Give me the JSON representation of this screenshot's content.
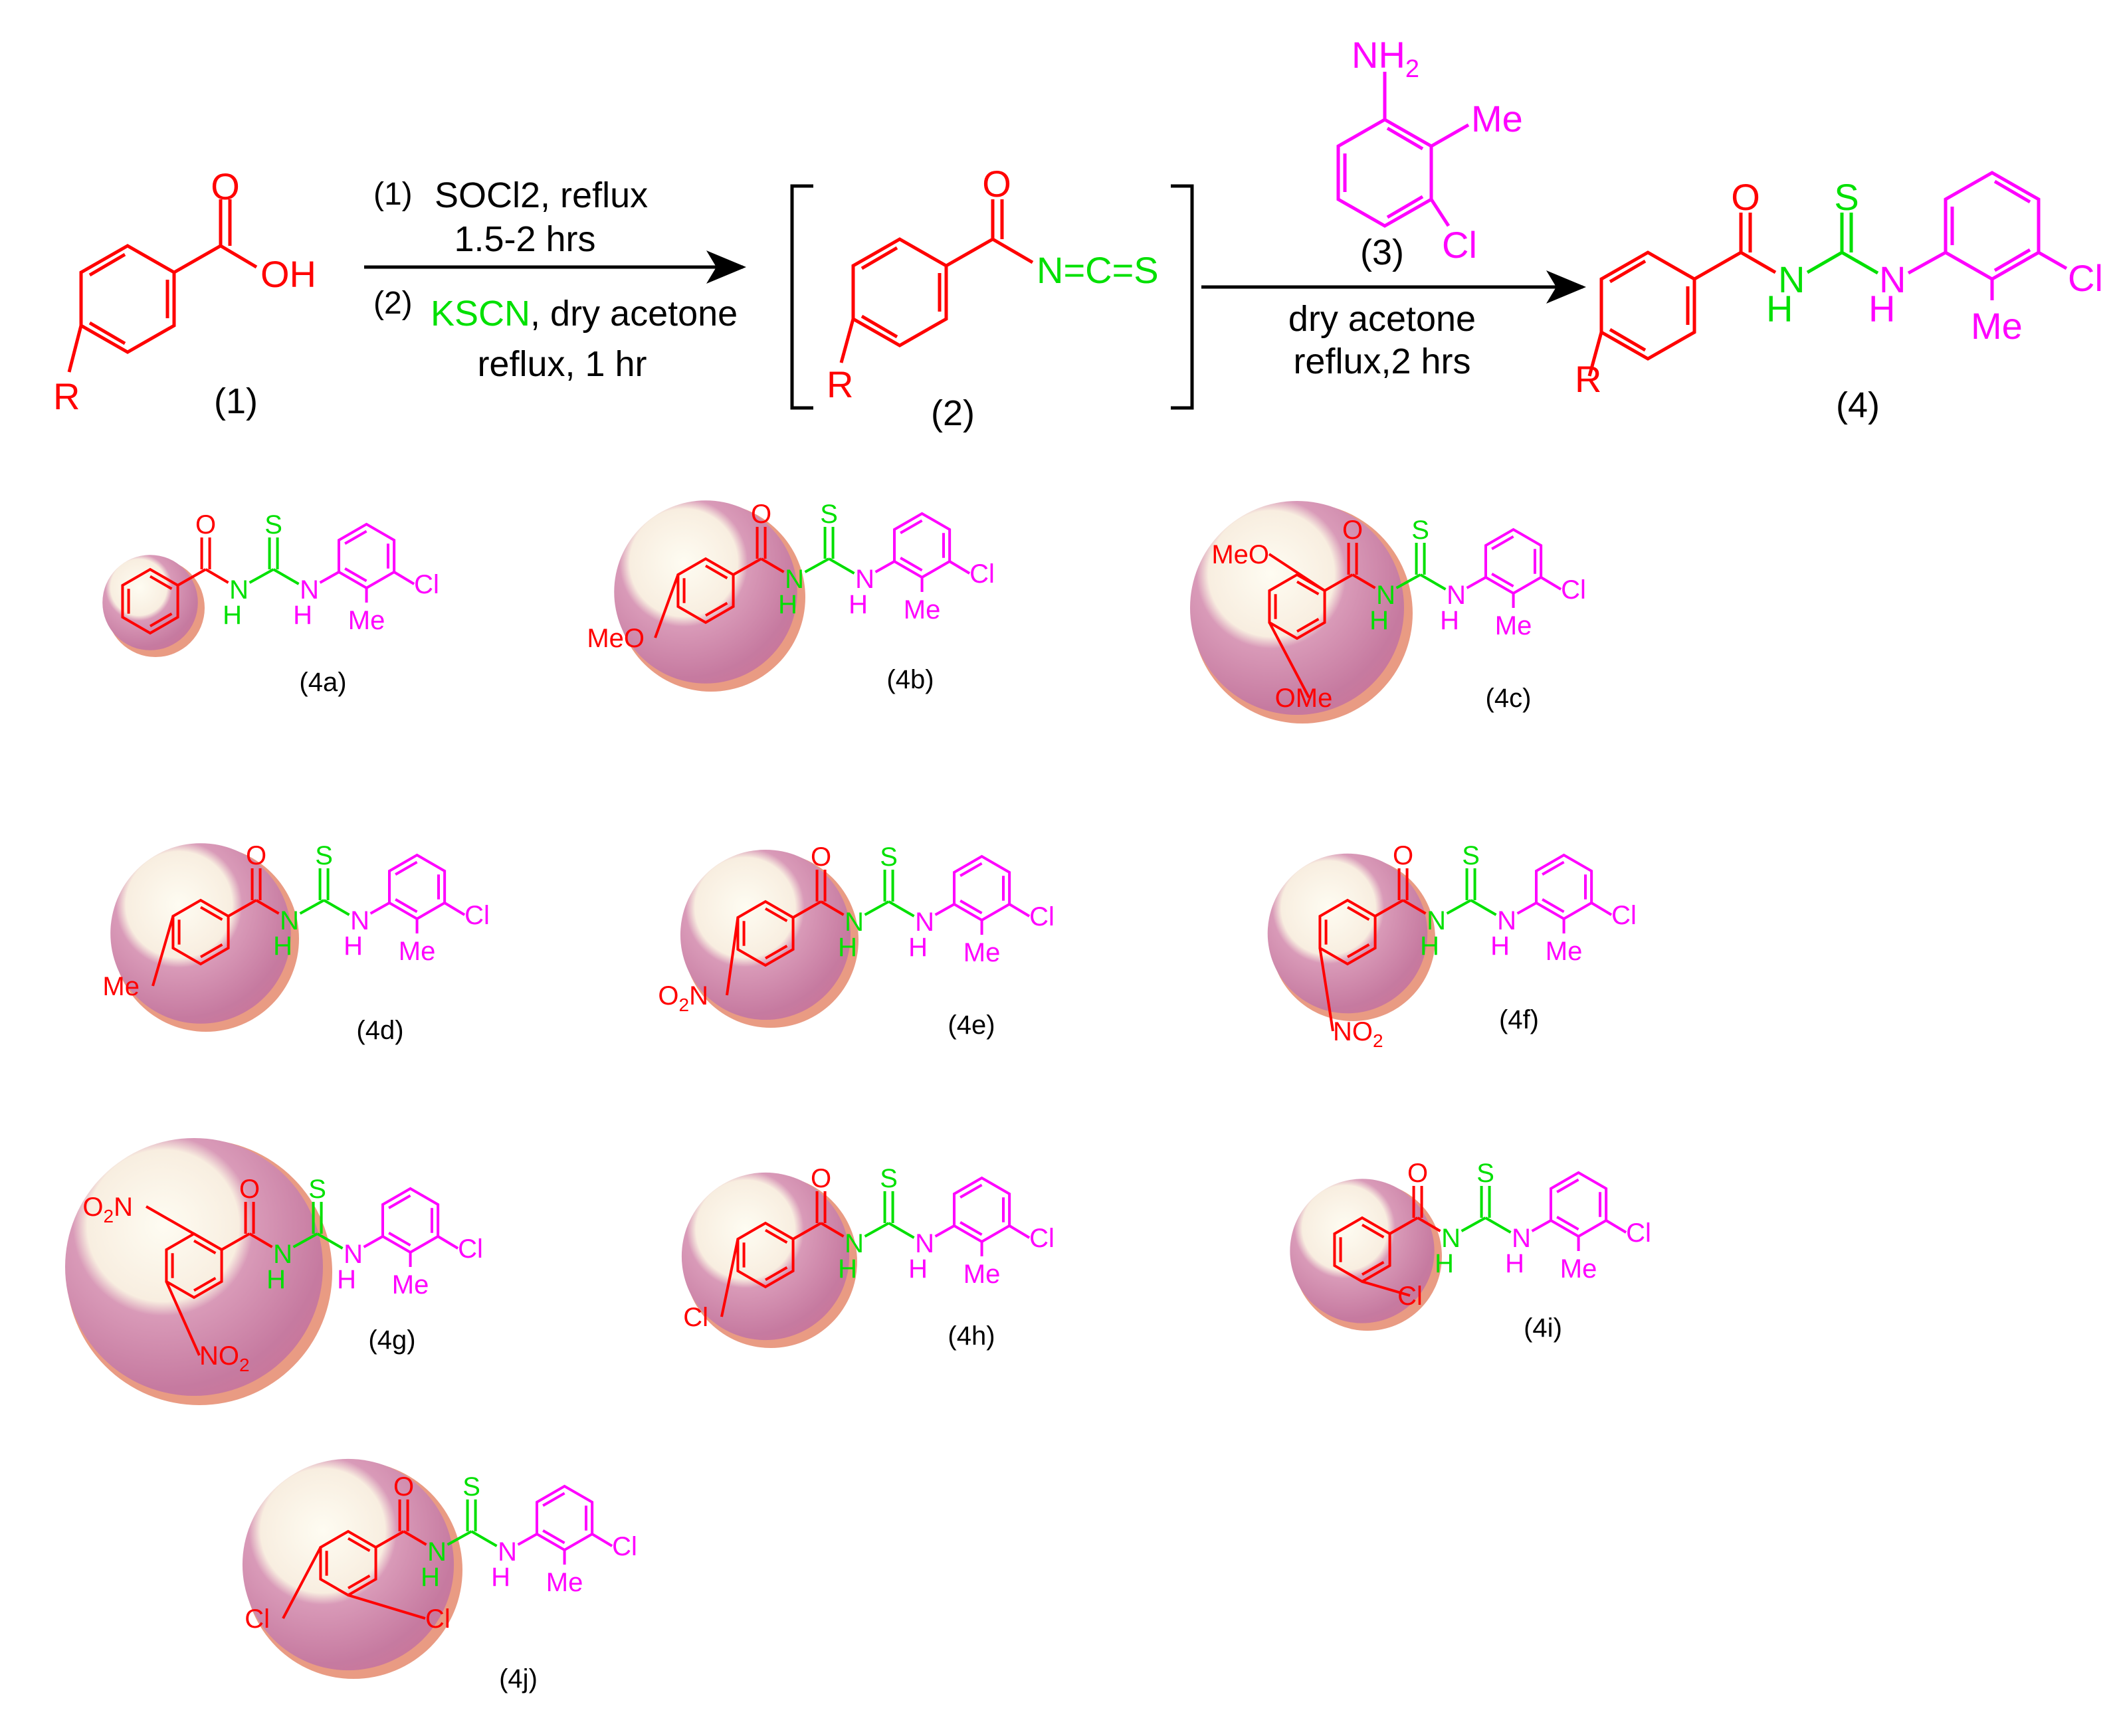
{
  "colors": {
    "acid": "#ff0000",
    "thio": "#00e000",
    "amine": "#ff00ff",
    "text": "#000000",
    "bubble_outer": "#e8967c",
    "bubble_mid": "#d58ca8",
    "bubble_inner": "#c87ba1",
    "bubble_glow": "#fdf8e8"
  },
  "scheme": {
    "compound1": {
      "number": "(1)",
      "r": "R",
      "o": "O",
      "oh": "OH"
    },
    "step1": {
      "line1_num": "(1)",
      "line1_text": "SOCl2, reflux",
      "line2": "1.5-2 hrs",
      "line3_num": "(2)",
      "line3_reagent": "KSCN",
      "line3_rest": ", dry acetone",
      "line4": "reflux, 1 hr"
    },
    "compound2": {
      "number": "(2)",
      "r": "R",
      "o": "O",
      "ncs": "N=C=S"
    },
    "compound3": {
      "number": "(3)",
      "nh2": "NH",
      "nh2_sub": "2",
      "me": "Me",
      "cl": "Cl"
    },
    "step2": {
      "line1": "dry acetone",
      "line2": "reflux,2 hrs"
    },
    "compound4": {
      "number": "(4)",
      "r": "R",
      "o": "O",
      "s": "S",
      "n": "N",
      "h": "H",
      "me": "Me",
      "cl": "Cl"
    }
  },
  "common": {
    "o": "O",
    "s": "S",
    "n": "N",
    "h": "H",
    "me": "Me",
    "cl": "Cl"
  },
  "derivatives": [
    {
      "label": "(4a)",
      "substituents": []
    },
    {
      "label": "(4b)",
      "substituents": [
        {
          "text": "MeO"
        }
      ]
    },
    {
      "label": "(4c)",
      "substituents": [
        {
          "text": "MeO"
        },
        {
          "text": "OMe"
        }
      ]
    },
    {
      "label": "(4d)",
      "substituents": [
        {
          "text": "Me"
        }
      ]
    },
    {
      "label": "(4e)",
      "substituents": [
        {
          "text": "O",
          "sub": "2",
          "tail": "N"
        }
      ]
    },
    {
      "label": "(4f)",
      "substituents": [
        {
          "text": "NO",
          "sub": "2",
          "tail": ""
        }
      ]
    },
    {
      "label": "(4g)",
      "substituents": [
        {
          "text": "O",
          "sub": "2",
          "tail": "N"
        },
        {
          "text": "NO",
          "sub": "2",
          "tail": ""
        }
      ]
    },
    {
      "label": "(4h)",
      "substituents": [
        {
          "text": "Cl"
        }
      ]
    },
    {
      "label": "(4i)",
      "substituents": [
        {
          "text": "Cl"
        }
      ]
    },
    {
      "label": "(4j)",
      "substituents": [
        {
          "text": "Cl"
        },
        {
          "text": "Cl"
        }
      ]
    }
  ]
}
